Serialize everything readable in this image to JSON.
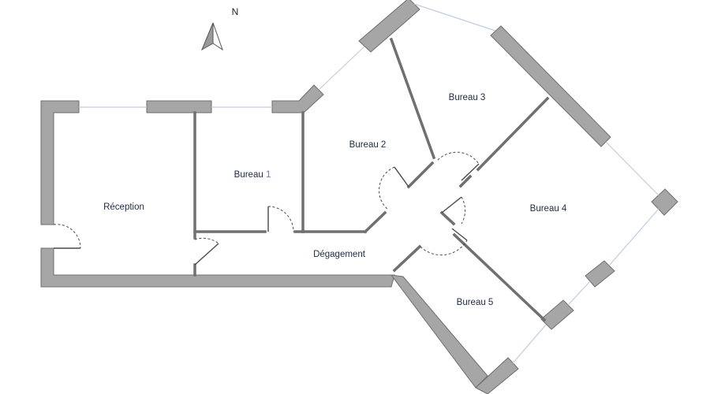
{
  "compass": {
    "north": "N"
  },
  "rooms": {
    "reception": "Réception",
    "bureau1_name": "Bureau ",
    "bureau1_num": "1",
    "bureau2": "Bureau 2",
    "bureau3": "Bureau 3",
    "bureau4": "Bureau 4",
    "bureau5": "Bureau 5",
    "degagement": "Dégagement"
  },
  "colors": {
    "wall": "#a6a6a6",
    "label_text": "#1f2a44",
    "bureau1_number": "#6b7ab8"
  }
}
